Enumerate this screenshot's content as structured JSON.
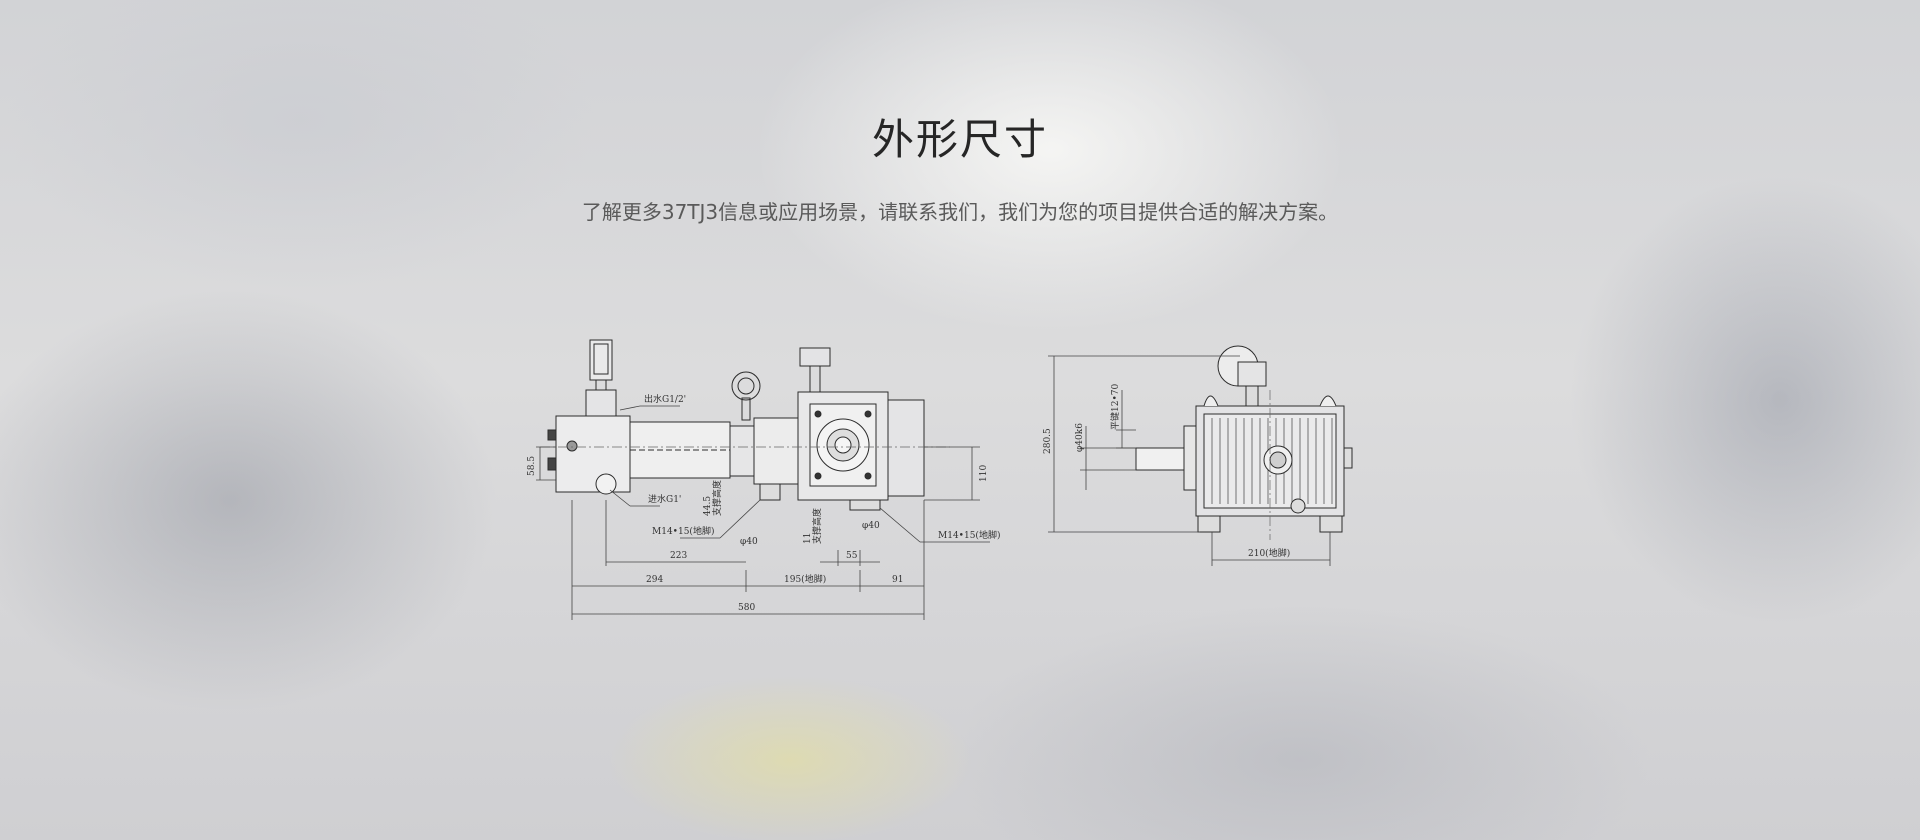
{
  "section": {
    "title": "外形尺寸",
    "subtitle": "了解更多37TJ3信息或应用场景，请联系我们，我们为您的项目提供合适的解决方案。"
  },
  "drawing": {
    "icon": "pump-dimension-drawing",
    "labels": {
      "outlet": "出水G1/2'",
      "inlet": "进水G1'",
      "foot_bolt_left": "M14•15(地脚)",
      "foot_bolt_right": "M14•15(地脚)",
      "support_left": "支撑高度",
      "support_right": "支撑高度",
      "key": "平键12•70",
      "shaft": "φ40k6",
      "h_58_5": "58.5",
      "h_44_5": "44.5",
      "h_11": "11",
      "h_110": "110",
      "d_40a": "φ40",
      "d_40b": "φ40",
      "w_223": "223",
      "w_55": "55",
      "w_294": "294",
      "w_195": "195(地脚)",
      "w_91": "91",
      "w_580": "580",
      "h_280_5": "280.5",
      "w_210": "210(地脚)"
    }
  }
}
